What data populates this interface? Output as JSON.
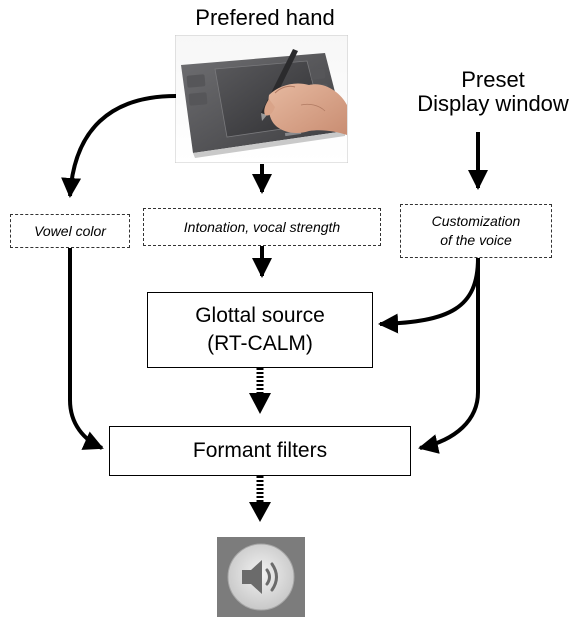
{
  "inputs": {
    "tablet_title": "Prefered hand",
    "preset_title_line1": "Preset",
    "preset_title_line2": "Display window"
  },
  "parameters": {
    "vowel_color": "Vowel color",
    "intonation": "Intonation, vocal strength",
    "customization_line1": "Customization",
    "customization_line2": "of the voice"
  },
  "modules": {
    "glottal_line1": "Glottal source",
    "glottal_line2": "(RT-CALM)",
    "formant": "Formant filters"
  },
  "output": {
    "icon": "speaker-icon"
  }
}
